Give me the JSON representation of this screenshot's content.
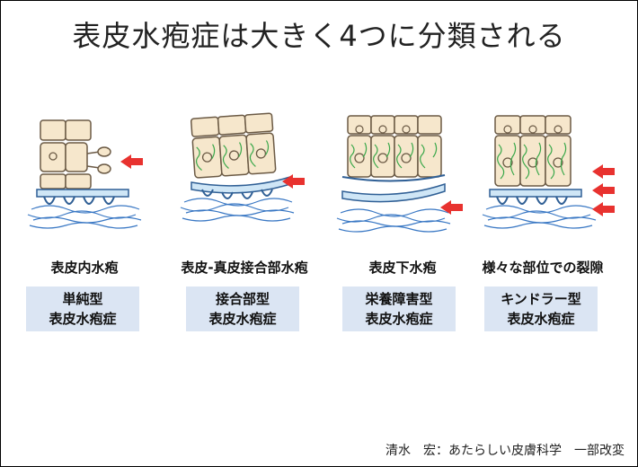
{
  "title": "表皮水疱症は大きく4つに分類される",
  "columns": [
    {
      "label": "表皮内水疱",
      "type_line1": "単純型",
      "type_line2": "表皮水疱症"
    },
    {
      "label": "表皮-真皮接合部水疱",
      "type_line1": "接合部型",
      "type_line2": "表皮水疱症"
    },
    {
      "label": "表皮下水疱",
      "type_line1": "栄養障害型",
      "type_line2": "表皮水疱症"
    },
    {
      "label": "様々な部位での裂隙",
      "type_line1": "キンドラー型",
      "type_line2": "表皮水疱症"
    }
  ],
  "source": "清水　宏：あたらしい皮膚科学　一部改変",
  "colors": {
    "cell_fill": "#f6e7cc",
    "cell_stroke": "#6b5a45",
    "keratin": "#3aa84a",
    "membrane_fill": "#cfe6f6",
    "membrane_stroke": "#2f5f95",
    "fiber": "#3a78c4",
    "arrow": "#e8322f",
    "box": "#dbe5f3"
  }
}
